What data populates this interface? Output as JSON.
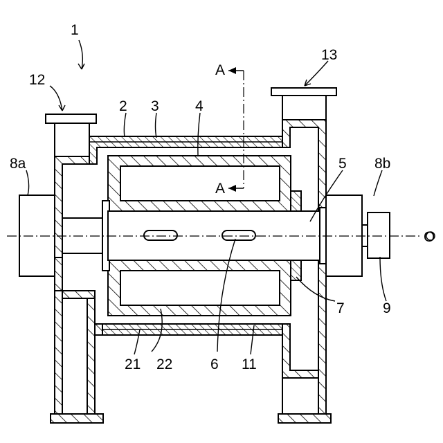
{
  "labels": {
    "n1": "1",
    "n2": "2",
    "n3": "3",
    "n4": "4",
    "n5": "5",
    "n6": "6",
    "n7": "7",
    "n8a": "8a",
    "n8b": "8b",
    "n9": "9",
    "n11": "11",
    "n12": "12",
    "n13": "13",
    "n21": "21",
    "n22": "22",
    "axis": "O",
    "sec_top": "A",
    "sec_bottom": "A"
  }
}
